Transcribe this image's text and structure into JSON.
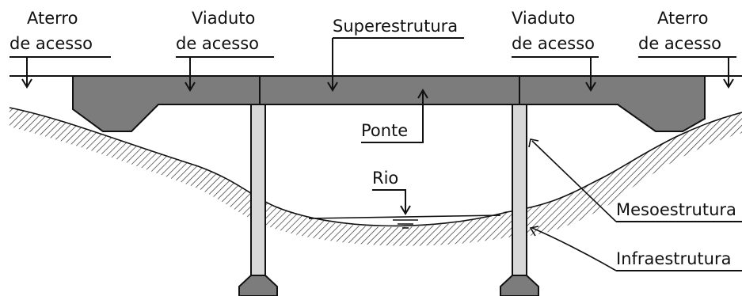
{
  "labels": {
    "aterro_left_line1": "Aterro",
    "aterro_left_line2": "de acesso",
    "viaduto_left_line1": "Viaduto",
    "viaduto_left_line2": "de acesso",
    "superestrutura": "Superestrutura",
    "viaduto_right_line1": "Viaduto",
    "viaduto_right_line2": "de acesso",
    "aterro_right_line1": "Aterro",
    "aterro_right_line2": "de acesso",
    "ponte": "Ponte",
    "rio": "Rio",
    "mesoestrutura": "Mesoestrutura",
    "infraestrutura": "Infraestrutura"
  },
  "colors": {
    "deck_fill": "#7c7c7c",
    "pier_fill": "#d8d8d8",
    "line": "#111111",
    "ground_hatch": "#333333",
    "background": "#ffffff"
  }
}
